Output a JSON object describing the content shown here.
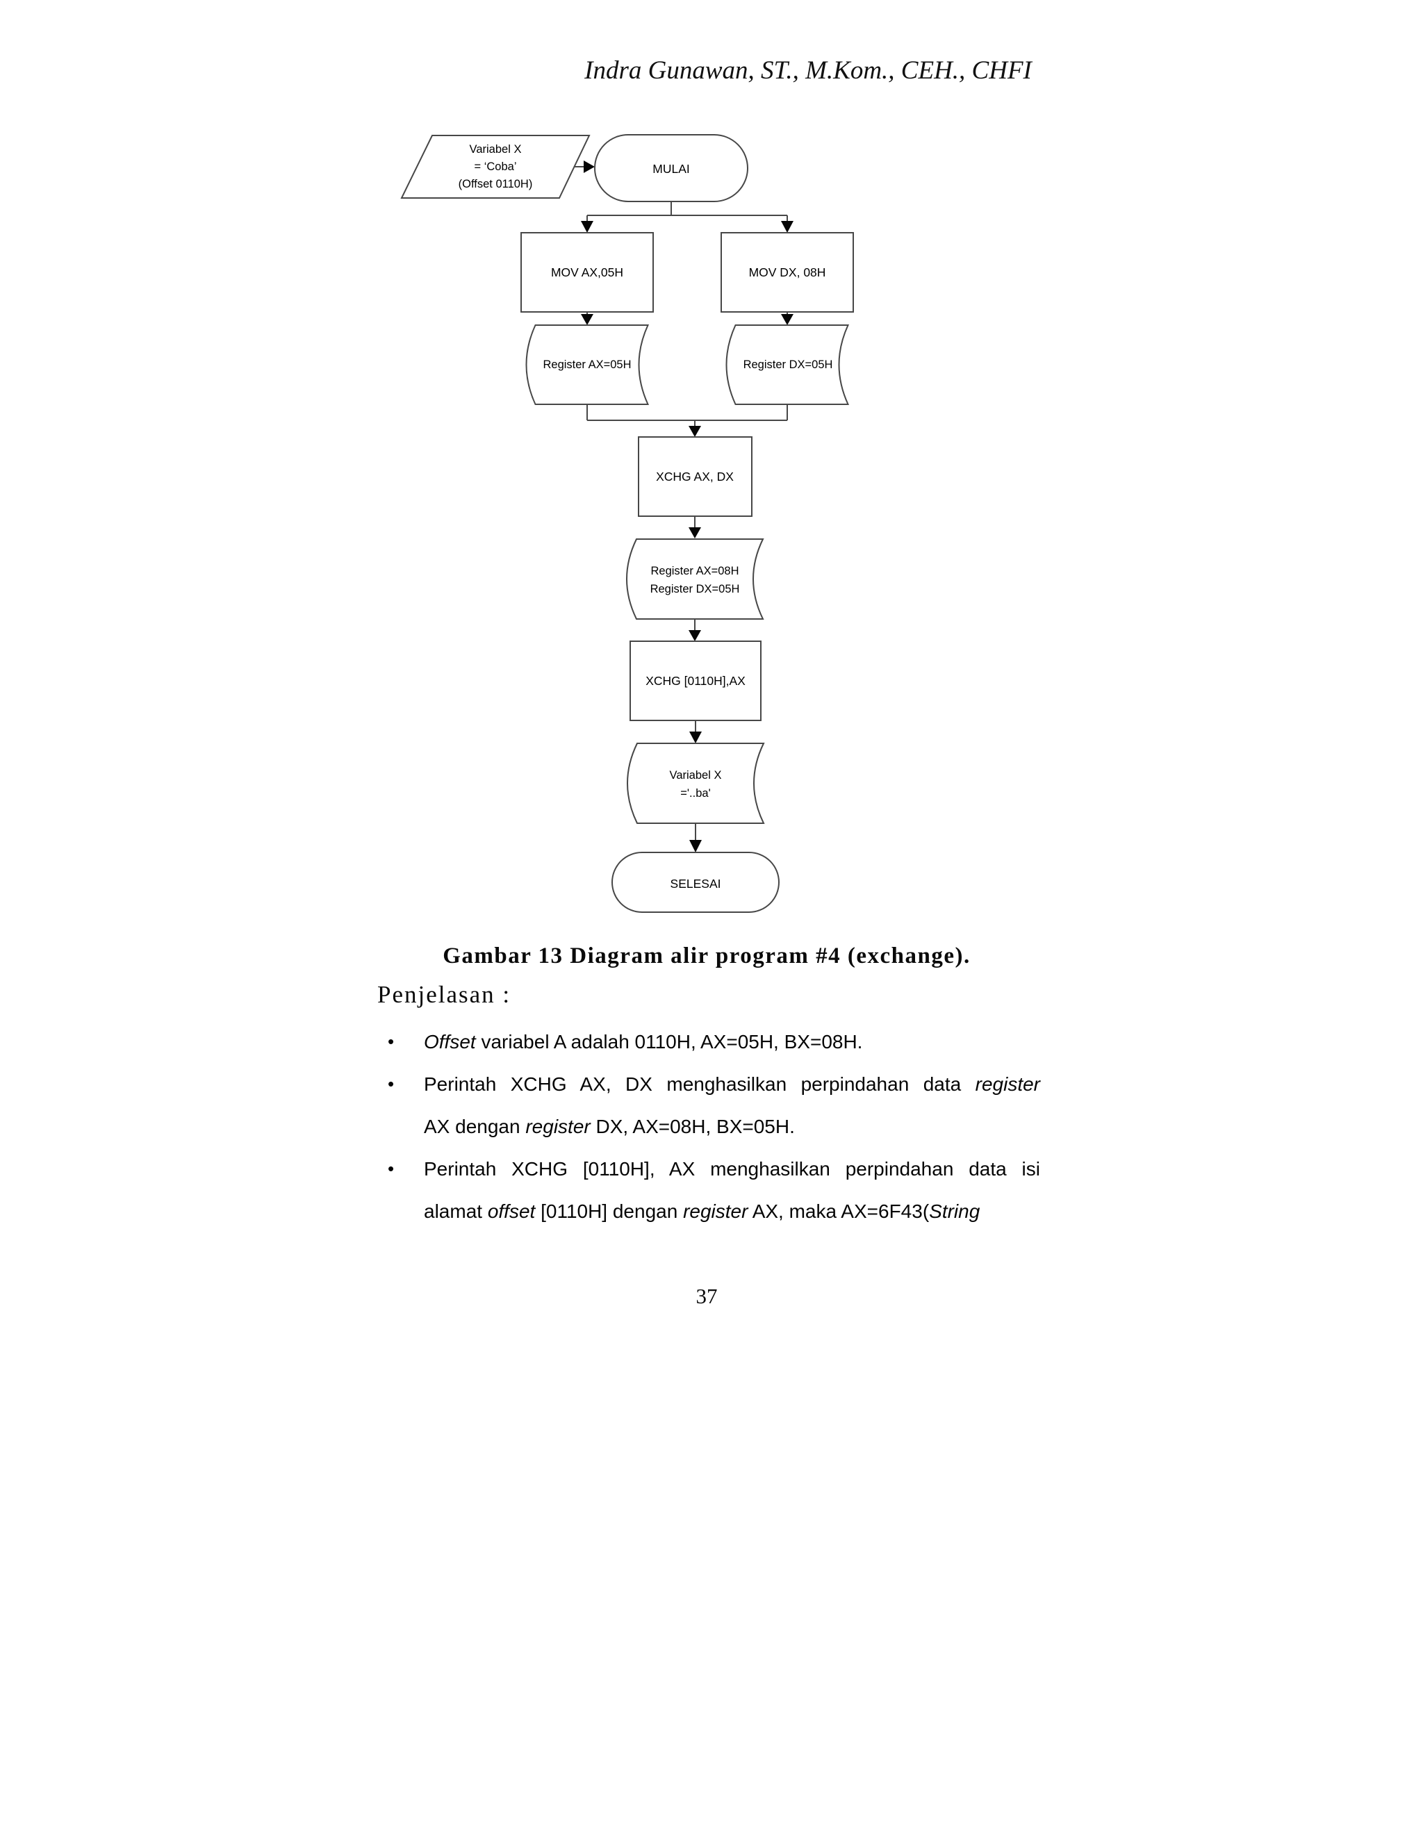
{
  "page": {
    "header": "Indra Gunawan, ST., M.Kom., CEH., CHFI",
    "page_number": "37"
  },
  "colors": {
    "background": "#ffffff",
    "shape_stroke": "#474747",
    "arrow_fill": "#060606",
    "text": "#000000"
  },
  "figure": {
    "caption": "Gambar 13 Diagram alir program #4 (exchange).",
    "flowchart": {
      "input_variabel": {
        "line1": "Variabel X",
        "line2": "= ‘Coba’",
        "line3": "(Offset 0110H)"
      },
      "start": "MULAI",
      "mov_ax": "MOV AX,05H",
      "mov_dx": "MOV DX, 08H",
      "reg_ax_05": "Register AX=05H",
      "reg_dx_05": "Register DX=05H",
      "xchg_ax_dx": "XCHG AX, DX",
      "reg_after": {
        "line1": "Register AX=08H",
        "line2": "Register DX=05H"
      },
      "xchg_mem": "XCHG [0110H],AX",
      "out_variabel": {
        "line1": "Variabel X",
        "line2": "='..ba'"
      },
      "end": "SELESAI"
    }
  },
  "explanation": {
    "heading": "Penjelasan :",
    "bullet_marker": "•",
    "bullets": [
      {
        "lines": [
          {
            "justify": false,
            "segments": [
              {
                "t": "Offset",
                "i": true
              },
              {
                "t": " variabel A adalah 0110H, AX=05H, BX=08H.",
                "i": false
              }
            ]
          }
        ]
      },
      {
        "lines": [
          {
            "justify": true,
            "segments": [
              {
                "t": "Perintah XCHG AX, DX menghasilkan perpindahan data ",
                "i": false
              },
              {
                "t": "register",
                "i": true
              }
            ]
          },
          {
            "justify": false,
            "segments": [
              {
                "t": "AX dengan ",
                "i": false
              },
              {
                "t": "register",
                "i": true
              },
              {
                "t": " DX, AX=08H, BX=05H.",
                "i": false
              }
            ]
          }
        ]
      },
      {
        "lines": [
          {
            "justify": true,
            "segments": [
              {
                "t": "Perintah XCHG [0110H], AX menghasilkan perpindahan data isi",
                "i": false
              }
            ]
          },
          {
            "justify": false,
            "segments": [
              {
                "t": "alamat ",
                "i": false
              },
              {
                "t": "offset",
                "i": true
              },
              {
                "t": " [0110H] dengan ",
                "i": false
              },
              {
                "t": "register",
                "i": true
              },
              {
                "t": " AX, maka AX=6F43(",
                "i": false
              },
              {
                "t": "String",
                "i": true
              }
            ]
          }
        ]
      }
    ]
  }
}
